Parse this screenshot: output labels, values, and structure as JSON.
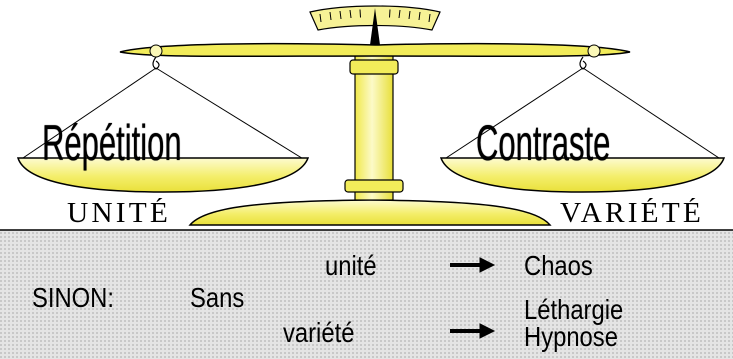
{
  "scale": {
    "left_pan_word": "Répétition",
    "right_pan_word": "Contraste",
    "left_base_label": "UNITÉ",
    "right_base_label": "VARIÉTÉ"
  },
  "bottom": {
    "prefix": "SINON:",
    "sans": "Sans",
    "rows": [
      {
        "term": "unité",
        "result": "Chaos"
      },
      {
        "term": "variété",
        "result_line1": "Léthargie",
        "result_line2": "Hypnose"
      }
    ]
  },
  "colors": {
    "brass": "#f2ec5a",
    "brass_light": "#fbf8b8",
    "brass_dark": "#b8ad20",
    "panel_fill": "#dcdcdc"
  }
}
